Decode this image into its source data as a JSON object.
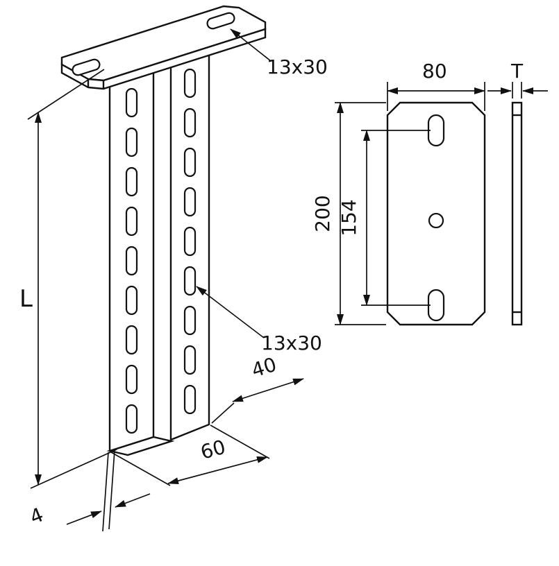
{
  "drawing": {
    "title": "Technical drawing - ceiling suspension bracket with slotted U-profile and head plate",
    "background": "#ffffff",
    "line_color": "#111111",
    "labels": {
      "slot_plate": "13x30",
      "slot_profile": "13x30",
      "plate_width": "80",
      "plate_thickness": "T",
      "plate_length": "200",
      "slot_spacing": "154",
      "profile_length": "L",
      "profile_depth": "40",
      "profile_width": "60",
      "material_thickness": "4"
    }
  }
}
